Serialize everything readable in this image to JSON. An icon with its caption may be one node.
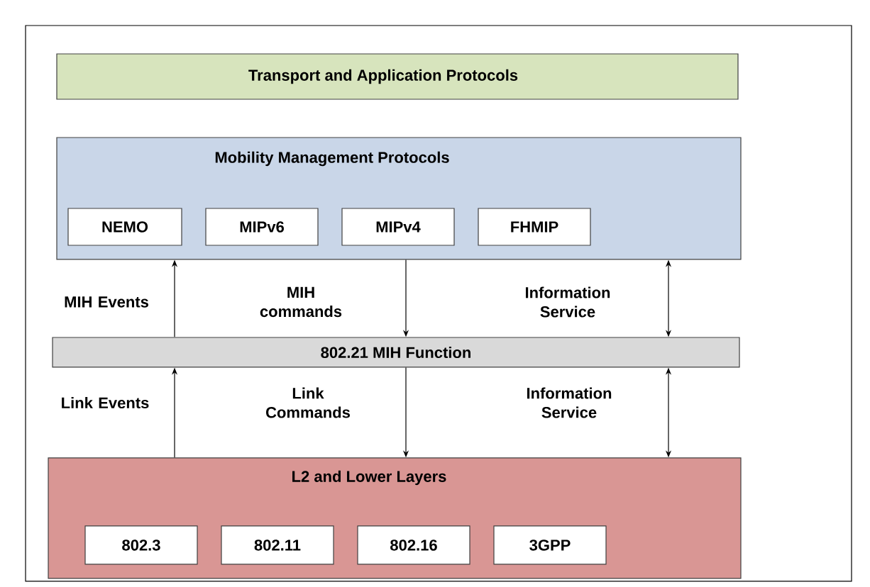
{
  "diagram": {
    "nodes": [
      {
        "text": [
          "Transport and Application Protocols"
        ]
      },
      {
        "text": [
          "Mobility Management Protocols"
        ]
      },
      {
        "text": [
          "NEMO"
        ],
        "in": 1
      },
      {
        "text": [
          "MIPv6"
        ],
        "in": 1
      },
      {
        "text": [
          "MIPv4"
        ],
        "in": 1
      },
      {
        "text": [
          "FHMIP"
        ],
        "in": 1
      },
      {
        "text": [
          "802.21 MIH Function"
        ]
      },
      {
        "text": [
          "L2 and Lower Layers"
        ]
      },
      {
        "text": [
          "802.3"
        ],
        "in": 7
      },
      {
        "text": [
          "802.11"
        ],
        "in": 7
      },
      {
        "text": [
          "802.16"
        ],
        "in": 7
      },
      {
        "text": [
          "3GPP"
        ],
        "in": 7
      }
    ],
    "edges": [
      {
        "from": 6,
        "to": 1,
        "arrow": "to",
        "label": "MIH Events"
      },
      {
        "from": 1,
        "to": 6,
        "arrow": "to",
        "label": "MIH commands"
      },
      {
        "from": 1,
        "to": 6,
        "arrow": "both",
        "label": "Information Service"
      },
      {
        "from": 7,
        "to": 6,
        "arrow": "to",
        "label": "Link Events"
      },
      {
        "from": 6,
        "to": 7,
        "arrow": "to",
        "label": "Link Commands"
      },
      {
        "from": 6,
        "to": 7,
        "arrow": "both",
        "label": "Information Service"
      }
    ]
  }
}
